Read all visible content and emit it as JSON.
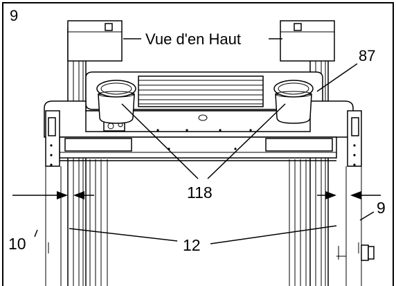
{
  "step_number": "9",
  "view_label": "Vue d'en Haut",
  "part_labels": {
    "top_right": "87",
    "center": "118",
    "left": "10",
    "bottom_center": "12",
    "right": "9"
  }
}
